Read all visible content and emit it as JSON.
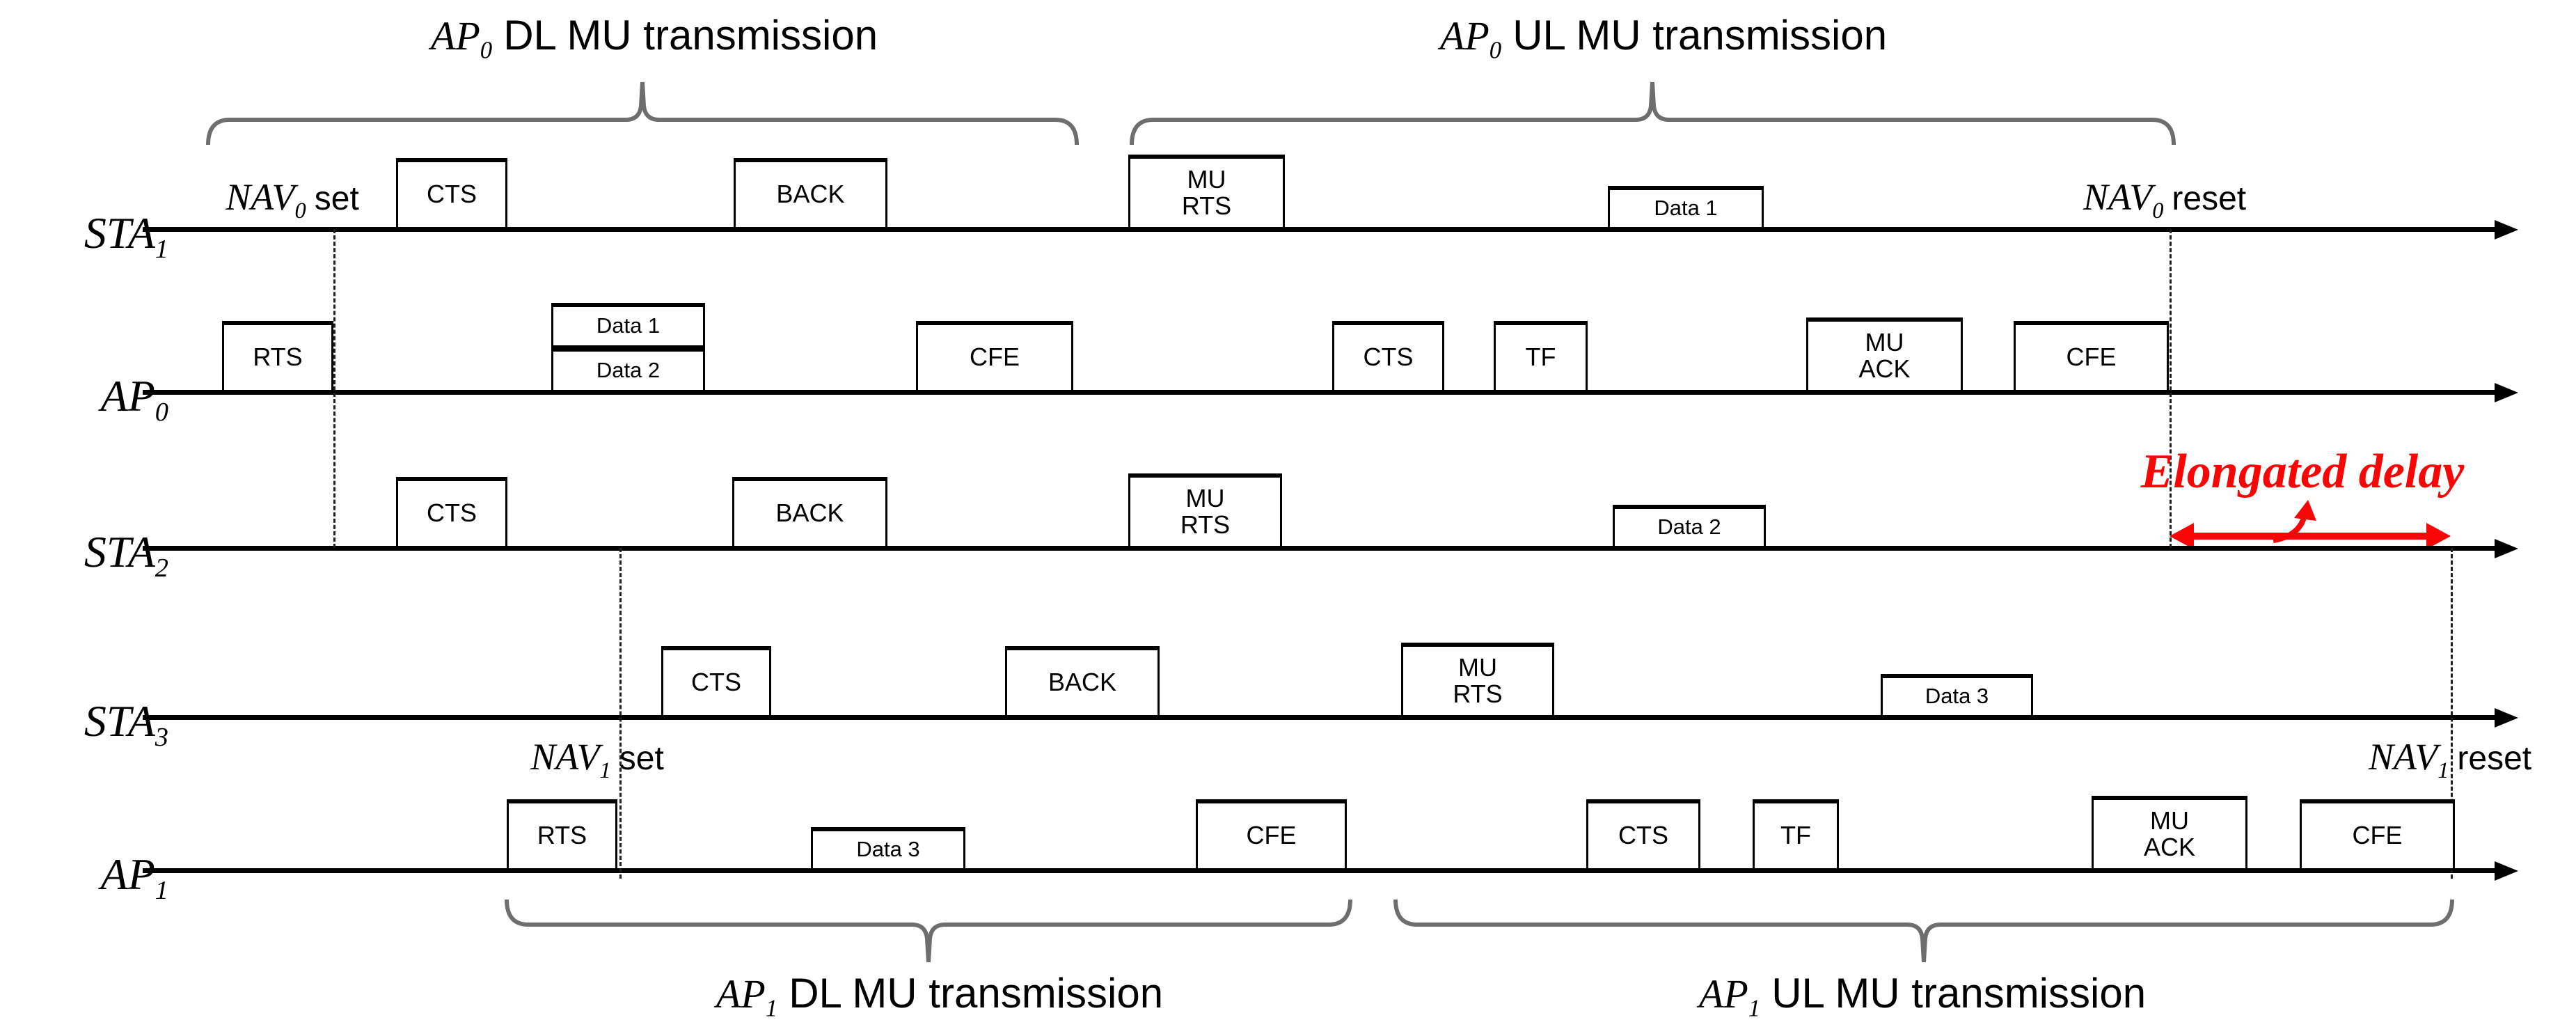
{
  "colors": {
    "timeline": "#000000",
    "box_border": "#000000",
    "annotation_red": "#fa0505",
    "brace_gray": "#6e6e6e"
  },
  "annotations": {
    "top": [
      {
        "base": "AP",
        "sub": "0",
        "text": "DL MU transmission"
      },
      {
        "base": "AP",
        "sub": "0",
        "text": "UL MU transmission"
      }
    ],
    "bottom": [
      {
        "base": "AP",
        "sub": "1",
        "text": "DL MU transmission"
      },
      {
        "base": "AP",
        "sub": "1",
        "text": "UL MU transmission"
      }
    ],
    "nav": [
      {
        "base": "NAV",
        "sub": "0",
        "word": "set"
      },
      {
        "base": "NAV",
        "sub": "0",
        "word": "reset"
      },
      {
        "base": "NAV",
        "sub": "1",
        "word": "set"
      },
      {
        "base": "NAV",
        "sub": "1",
        "word": "reset"
      }
    ],
    "elongated_delay": "Elongated delay"
  },
  "rows": [
    {
      "label": {
        "base": "STA",
        "sub": "1"
      },
      "boxes": [
        {
          "label": "CTS"
        },
        {
          "label": "BACK"
        },
        {
          "label": "MU\nRTS"
        },
        {
          "label": "Data 1"
        }
      ]
    },
    {
      "label": {
        "base": "AP",
        "sub": "0"
      },
      "boxes": [
        {
          "label": "RTS"
        },
        {
          "label": "Data 1"
        },
        {
          "label": "Data 2"
        },
        {
          "label": "CFE"
        },
        {
          "label": "CTS"
        },
        {
          "label": "TF"
        },
        {
          "label": "MU\nACK"
        },
        {
          "label": "CFE"
        }
      ]
    },
    {
      "label": {
        "base": "STA",
        "sub": "2"
      },
      "boxes": [
        {
          "label": "CTS"
        },
        {
          "label": "BACK"
        },
        {
          "label": "MU\nRTS"
        },
        {
          "label": "Data 2"
        }
      ]
    },
    {
      "label": {
        "base": "STA",
        "sub": "3"
      },
      "boxes": [
        {
          "label": "CTS"
        },
        {
          "label": "BACK"
        },
        {
          "label": "MU\nRTS"
        },
        {
          "label": "Data 3"
        }
      ]
    },
    {
      "label": {
        "base": "AP",
        "sub": "1"
      },
      "boxes": [
        {
          "label": "RTS"
        },
        {
          "label": "Data 3"
        },
        {
          "label": "CFE"
        },
        {
          "label": "CTS"
        },
        {
          "label": "TF"
        },
        {
          "label": "MU\nACK"
        },
        {
          "label": "CFE"
        }
      ]
    }
  ]
}
